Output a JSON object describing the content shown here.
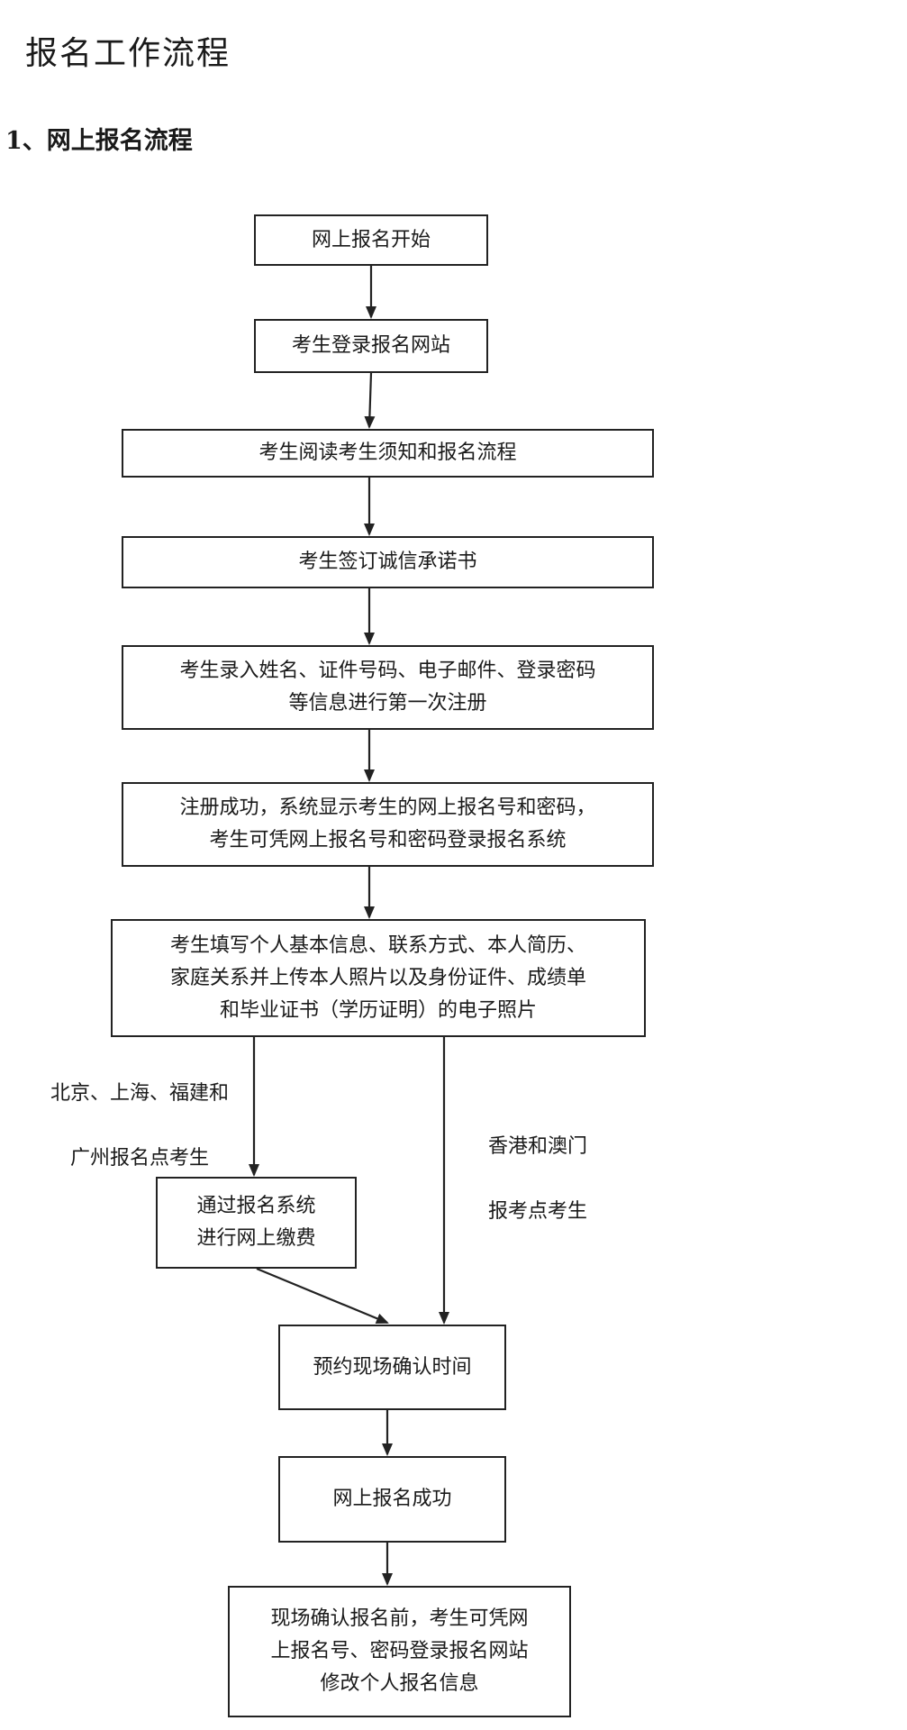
{
  "title": "报名工作流程",
  "section": "1、网上报名流程",
  "nodes": {
    "start": "网上报名开始",
    "login": "考生登录报名网站",
    "read": "考生阅读考生须知和报名流程",
    "sign": "考生签订诚信承诺书",
    "register": "考生录入姓名、证件号码、电子邮件、登录密码\n等信息进行第一次注册",
    "success_register": "注册成功，系统显示考生的网上报名号和密码，\n考生可凭网上报名号和密码登录报名系统",
    "fill_info": "考生填写个人基本信息、联系方式、本人简历、\n家庭关系并上传本人照片以及身份证件、成绩单\n和毕业证书（学历证明）的电子照片",
    "pay": "通过报名系统\n进行网上缴费",
    "appointment": "预约现场确认时间",
    "online_success": "网上报名成功",
    "modify": "现场确认报名前，考生可凭网\n上报名号、密码登录报名网站\n修改个人报名信息"
  },
  "branch_labels": {
    "mainland": "北京、上海、福建和\n\n广州报名点考生",
    "hk_macau": "香港和澳门\n\n报考点考生"
  }
}
